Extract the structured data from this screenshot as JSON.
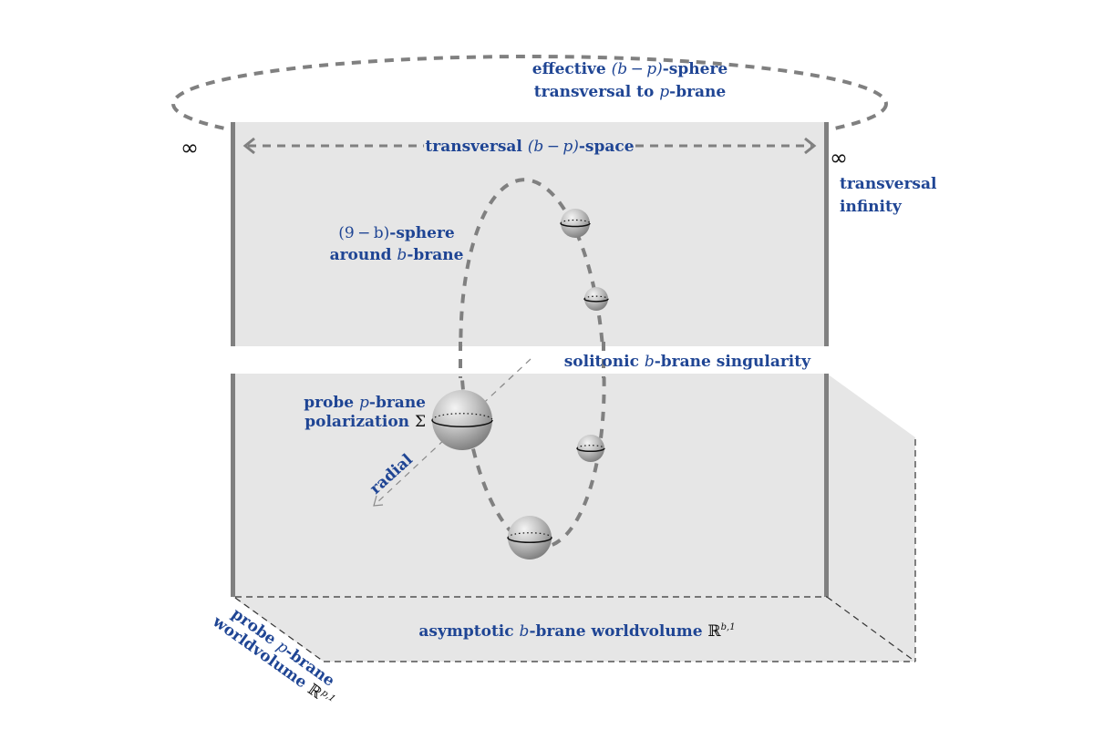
{
  "figure": {
    "colors": {
      "label": "#1f4594",
      "plane_fill": "#e6e6e6",
      "wall": "#808080",
      "dash": "#808080",
      "edge_dash": "#333333"
    },
    "labels": {
      "effective_sphere": {
        "line1_pre": "effective ",
        "line1_math": "(b − p)",
        "line1_post": "-sphere",
        "line2_pre": "transversal to ",
        "line2_math": "p",
        "line2_post": "-brane"
      },
      "transversal_space": {
        "pre": "transversal ",
        "math": "(b − p)",
        "post": "-space"
      },
      "infinity_left": "∞",
      "infinity_right": "∞",
      "transversal_infinity": {
        "line1": "transversal",
        "line2": "infinity"
      },
      "sphere_around": {
        "line1_math": "(9 − b)",
        "line1_post": "-sphere",
        "line2_pre": "around ",
        "line2_math": "b",
        "line2_post": "-brane"
      },
      "singularity": {
        "pre": "solitonic ",
        "math": "b",
        "post": "-brane singularity"
      },
      "probe_polarization": {
        "line1_pre": "probe ",
        "line1_math": "p",
        "line1_post": "-brane",
        "line2_pre": "polarization ",
        "line2_sym": "Σ"
      },
      "radial": "radial",
      "asymptotic_worldvolume": {
        "pre": "asymptotic ",
        "math": "b",
        "mid": "-brane worldvolume ",
        "sym": "ℝ",
        "sup": "b,1"
      },
      "probe_worldvolume": {
        "line1_pre": "probe ",
        "line1_math": "p",
        "line1_post": "-brane",
        "line2_pre": "worldvolume ",
        "sym": "ℝ",
        "sup": "p,1"
      }
    },
    "spheres": [
      {
        "name": "probe-sphere-large",
        "role": "probe p-brane polarization"
      },
      {
        "name": "probe-sphere-2"
      },
      {
        "name": "probe-sphere-3"
      },
      {
        "name": "probe-sphere-4"
      },
      {
        "name": "probe-sphere-5"
      }
    ]
  }
}
